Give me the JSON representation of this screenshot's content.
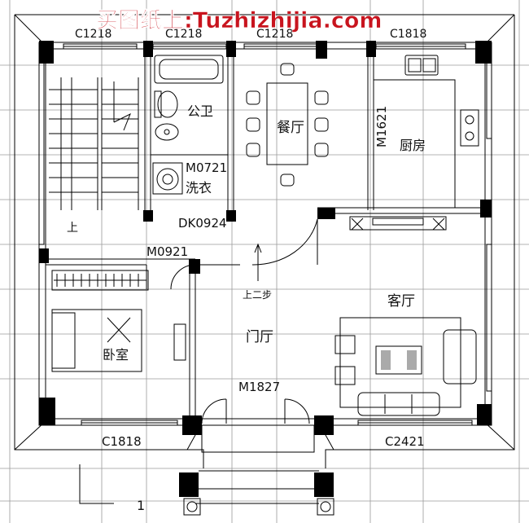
{
  "watermark": {
    "text": "买图纸上:Tuzhizhijia.com",
    "color": "#c8141e"
  },
  "windows": {
    "top_1": "C1218",
    "top_2": "C1218",
    "top_3": "C1218",
    "top_4": "C1818",
    "bottom_left": "C1818",
    "bottom_right": "C2421"
  },
  "doors": {
    "bath_door": "M0721",
    "kitchen_door": "M1621",
    "dining_opening": "DK0924",
    "bedroom_door": "M0921",
    "entrance_door": "M1827"
  },
  "rooms": {
    "public_bath": "公卫",
    "laundry": "洗衣",
    "dining": "餐厅",
    "kitchen": "厨房",
    "living": "客厅",
    "foyer": "门厅",
    "bedroom": "卧室",
    "stair_up": "上",
    "two_steps_up": "上二步"
  },
  "marks": {
    "section_mark": "1"
  },
  "colors": {
    "line": "#000000",
    "grid": "#9a9a9a",
    "accent": "#c8141e"
  }
}
